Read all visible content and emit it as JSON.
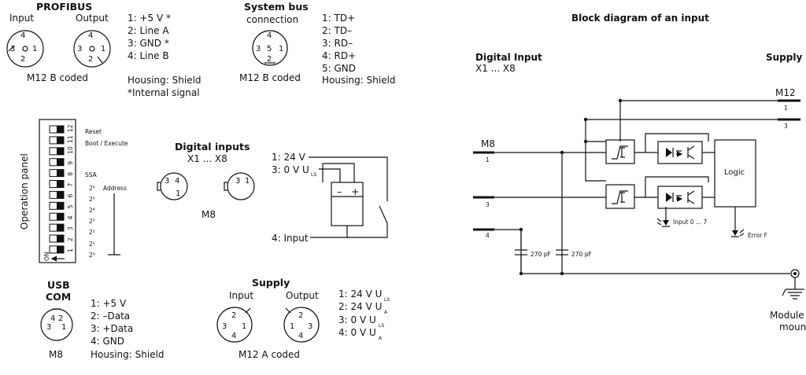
{
  "profibus": {
    "title": "PROFIBUS",
    "input_label": "Input",
    "output_label": "Output",
    "coding": "M12 B coded",
    "input_pins": [
      "4",
      "1",
      "3",
      "2"
    ],
    "output_pins": [
      "4",
      "3",
      "1",
      "2"
    ],
    "pinout": [
      "1: +5 V *",
      "2: Line A",
      "3: GND *",
      "4: Line B"
    ],
    "housing": "Housing: Shield",
    "note": "*Internal signal"
  },
  "system_bus": {
    "title": "System bus",
    "subtitle": "connection",
    "coding": "M12 B coded",
    "pins": [
      "4",
      "3",
      "5",
      "1",
      "2"
    ],
    "pinout": [
      "1: TD+",
      "2: TD–",
      "3: RD–",
      "4: RD+",
      "5: GND"
    ],
    "housing": "Housing: Shield"
  },
  "operation_panel": {
    "title": "Operation panel",
    "on_label": "ON",
    "switch_numbers": [
      "12",
      "11",
      "10",
      "9",
      "8",
      "7",
      "6",
      "5",
      "4",
      "3",
      "2",
      "1"
    ],
    "labels": {
      "reset": "Reset",
      "boot": "Boot / Execute",
      "ssa": "SSA",
      "address": "Address",
      "powers": [
        "2⁶",
        "2⁵",
        "2⁴",
        "2³",
        "2²",
        "2¹",
        "2⁰"
      ]
    }
  },
  "digital_inputs": {
    "title": "Digital inputs",
    "range": "X1 ... X8",
    "connector": "M8",
    "left_pins": [
      "3",
      "4",
      "1"
    ],
    "right_pins": [
      "3",
      "1"
    ],
    "pin1": "1: 24 V",
    "pin3": "3: 0 V U",
    "pin3_sub": "LS",
    "pin4": "4: Input",
    "plus": "+",
    "minus": "–"
  },
  "usb": {
    "title1": "USB",
    "title2": "COM",
    "connector": "M8",
    "pins": [
      "4",
      "2",
      "3",
      "1"
    ],
    "pinout": [
      "1: +5 V",
      "2: –Data",
      "3: +Data",
      "4: GND"
    ],
    "housing": "Housing: Shield"
  },
  "supply": {
    "title": "Supply",
    "input_label": "Input",
    "output_label": "Output",
    "coding": "M12 A coded",
    "input_pins": [
      "2",
      "3",
      "1",
      "4"
    ],
    "output_pins": [
      "2",
      "1",
      "3",
      "4"
    ],
    "pinout": [
      {
        "text": "1: 24 V U",
        "sub": "LS"
      },
      {
        "text": "2: 24 V U",
        "sub": "A"
      },
      {
        "text": "3: 0 V U",
        "sub": "LS"
      },
      {
        "text": "4: 0 V U",
        "sub": "A"
      }
    ]
  },
  "block_diagram": {
    "title": "Block diagram of an input",
    "digital_input": "Digital Input",
    "range": "X1 ... X8",
    "supply": "Supply",
    "m12": "M12",
    "m12_pin1": "1",
    "m12_pin3": "3",
    "m8": "M8",
    "m8_pin1": "1",
    "m8_pin3": "3",
    "m8_pin4": "4",
    "cap1": "270 pF",
    "cap2": "270 pF",
    "logic": "Logic",
    "input_led": "Input 0 ... 7",
    "error_led": "Error F",
    "module1": "Module",
    "module2": "mount"
  }
}
